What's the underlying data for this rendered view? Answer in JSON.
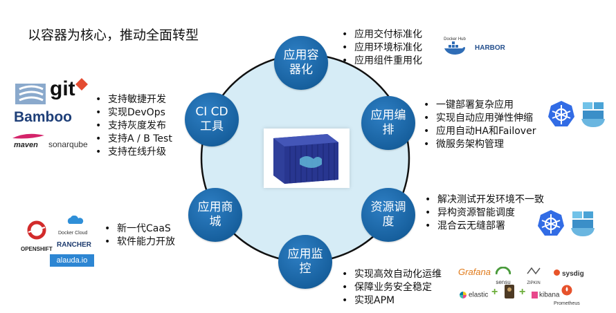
{
  "title": "以容器为核心，推动全面转型",
  "nodes": [
    {
      "id": "app-container",
      "label": "应用容器化"
    },
    {
      "id": "app-orchestration",
      "label": "应用编排"
    },
    {
      "id": "resource-scheduling",
      "label": "资源调度"
    },
    {
      "id": "app-monitoring",
      "label": "应用监控"
    },
    {
      "id": "app-store",
      "label": "应用商城"
    },
    {
      "id": "cicd-tools",
      "label": "CI CD工具"
    }
  ],
  "bullets": {
    "container": [
      "应用交付标准化",
      "应用环境标准化",
      "应用组件重用化"
    ],
    "orchestration": [
      "一键部署复杂应用",
      "实现自动应用弹性伸缩",
      "应用自动HA和Failover",
      "微服务架构管理"
    ],
    "scheduling": [
      "解决测试开发环境不一致",
      "异构资源智能调度",
      "混合云无缝部署"
    ],
    "monitoring": [
      "实现高效自动化运维",
      "保障业务安全稳定",
      "实现APM"
    ],
    "store": [
      "新一代CaaS",
      "软件能力开放"
    ],
    "cicd": [
      "支持敏捷开发",
      "实现DevOps",
      "支持灰度发布",
      "支持A / B Test",
      "支持在线升级"
    ]
  },
  "logos": {
    "docker_hub": "Docker Hub",
    "harbor": "HARBOR",
    "git": "git",
    "bamboo": "Bamboo",
    "maven": "maven",
    "sonarqube": "sonarqube",
    "openshift": "OPENSHIFT",
    "docker_cloud": "Docker Cloud",
    "rancher": "RANCHER",
    "alauda": "alauda.io",
    "grafana": "Grafana",
    "sensu": "sensu",
    "zipkin": "ZIPKIN",
    "sysdig": "sysdig",
    "elastic": "elastic",
    "kibana": "kibana",
    "prometheus": "Prometheus"
  },
  "colors": {
    "node": "#17609e",
    "ring": "#d6ecf6",
    "ring_stroke": "#111111"
  }
}
